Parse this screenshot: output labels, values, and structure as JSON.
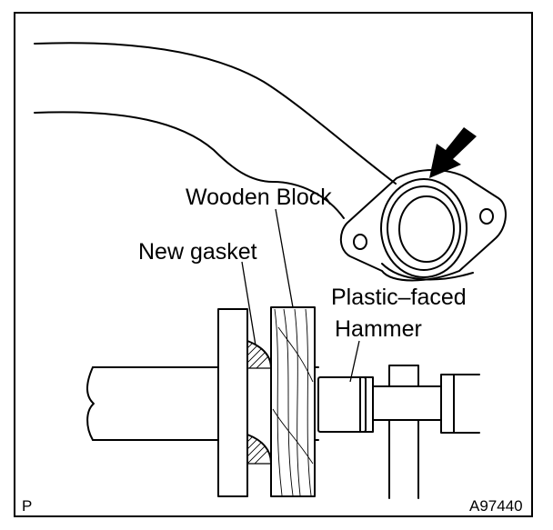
{
  "labels": {
    "wooden_block": "Wooden Block",
    "new_gasket": "New gasket",
    "plastic_faced": "Plastic–faced",
    "hammer": "Hammer"
  },
  "corner": {
    "view_code": "P",
    "figure_id": "A97440"
  },
  "icons": {
    "direction_arrow": "arrow-down-left-icon"
  }
}
